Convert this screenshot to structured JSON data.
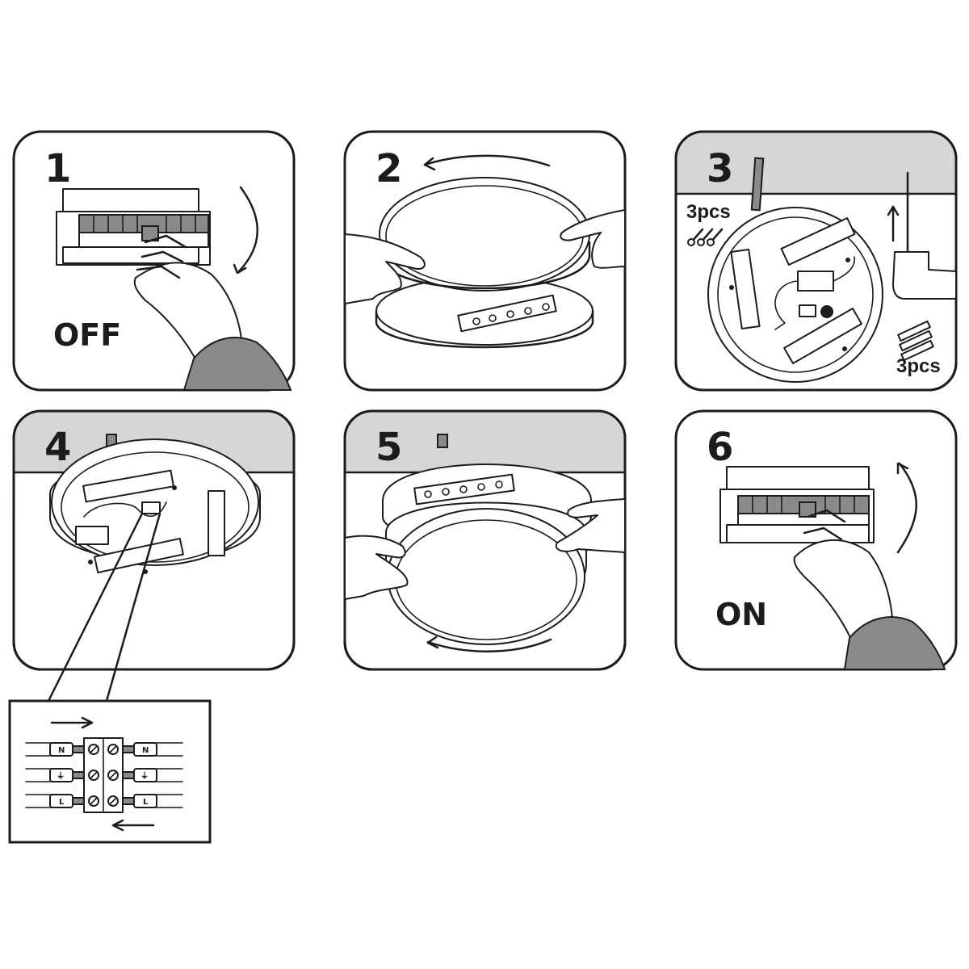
{
  "steps": [
    {
      "number": "1",
      "label": "OFF"
    },
    {
      "number": "2"
    },
    {
      "number": "3",
      "screws_qty": "3pcs",
      "plugs_qty": "3pcs"
    },
    {
      "number": "4"
    },
    {
      "number": "5"
    },
    {
      "number": "6",
      "label": "ON"
    }
  ],
  "wiring": {
    "terminals": [
      "N",
      "⏚",
      "L"
    ]
  },
  "colors": {
    "line": "#1c1c1c",
    "ceiling": "#d6d6d6",
    "fuse_active": "#8a8a8a",
    "sleeve": "#8a8a8a"
  }
}
